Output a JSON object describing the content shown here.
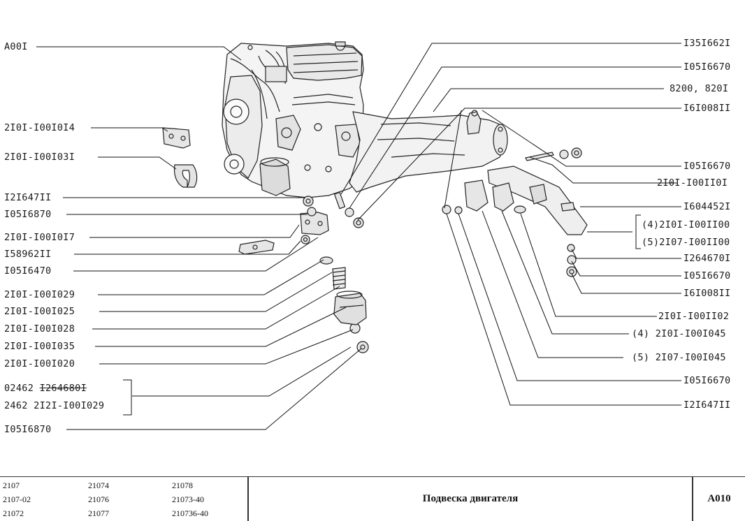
{
  "diagram": {
    "left_labels": [
      {
        "key": "a001",
        "text": "A00I"
      },
      {
        "key": "p2101_1001014",
        "text": "2I0I-I00I0I4"
      },
      {
        "key": "p2101_1001031",
        "text": "2I0I-I00I03I"
      },
      {
        "key": "p12164711_a",
        "text": "I2I647II"
      },
      {
        "key": "p10516870_a",
        "text": "I05I6870"
      },
      {
        "key": "p2101_1001017",
        "text": "2I0I-I00I0I7"
      },
      {
        "key": "p15896211",
        "text": "I58962II"
      },
      {
        "key": "p10516470",
        "text": "I05I6470"
      },
      {
        "key": "p2101_1001029",
        "text": "2I0I-I00I029"
      },
      {
        "key": "p2101_1001025",
        "text": "2I0I-I00I025"
      },
      {
        "key": "p2101_1001028",
        "text": "2I0I-I00I028"
      },
      {
        "key": "p2101_1001035",
        "text": "2I0I-I00I035"
      },
      {
        "key": "p2101_1001020",
        "text": "2I0I-I00I020"
      },
      {
        "key": "p10516870_b",
        "text": "I05I6870"
      }
    ],
    "variant_left": [
      {
        "prefix": "02462",
        "part": "I264680I",
        "struck": true
      },
      {
        "prefix": "2462",
        "part": "2I2I-I00I029",
        "struck": false
      }
    ],
    "right_labels": [
      {
        "key": "p13516621",
        "text": "I35I662I"
      },
      {
        "key": "p10516670_a",
        "text": "I05I6670"
      },
      {
        "key": "p8200",
        "text": "8200, 820I"
      },
      {
        "key": "p16100811_a",
        "text": "I6I008II"
      },
      {
        "key": "p10516670_b",
        "text": "I05I6670"
      },
      {
        "key": "p2101_1001101",
        "text": "2I0I-I00II0I"
      },
      {
        "key": "p16044521",
        "text": "I604452I"
      },
      {
        "key": "p4_2101_1001100",
        "text": "(4)2I0I-I00II00"
      },
      {
        "key": "p5_2107_1001100",
        "text": "(5)2I07-I00II00"
      },
      {
        "key": "p12646701",
        "text": "I264670I"
      },
      {
        "key": "p10516670_c",
        "text": "I05I6670"
      },
      {
        "key": "p16100811_b",
        "text": "I6I008II"
      },
      {
        "key": "p2101_1001102",
        "text": "2I0I-I00II02"
      },
      {
        "key": "p4_2101_1001045",
        "text": "(4) 2I0I-I00I045"
      },
      {
        "key": "p5_2107_1001045",
        "text": "(5) 2I07-I00I045"
      },
      {
        "key": "p10516670_d",
        "text": "I05I6670"
      },
      {
        "key": "p12164711_b",
        "text": "I2I647II"
      }
    ]
  },
  "footer": {
    "models": [
      [
        "2107",
        "21074",
        "21078"
      ],
      [
        "2107-02",
        "21076",
        "21073-40"
      ],
      [
        "21072",
        "21077",
        "210736-40"
      ]
    ],
    "title": "Подвеска двигателя",
    "code": "A010"
  }
}
